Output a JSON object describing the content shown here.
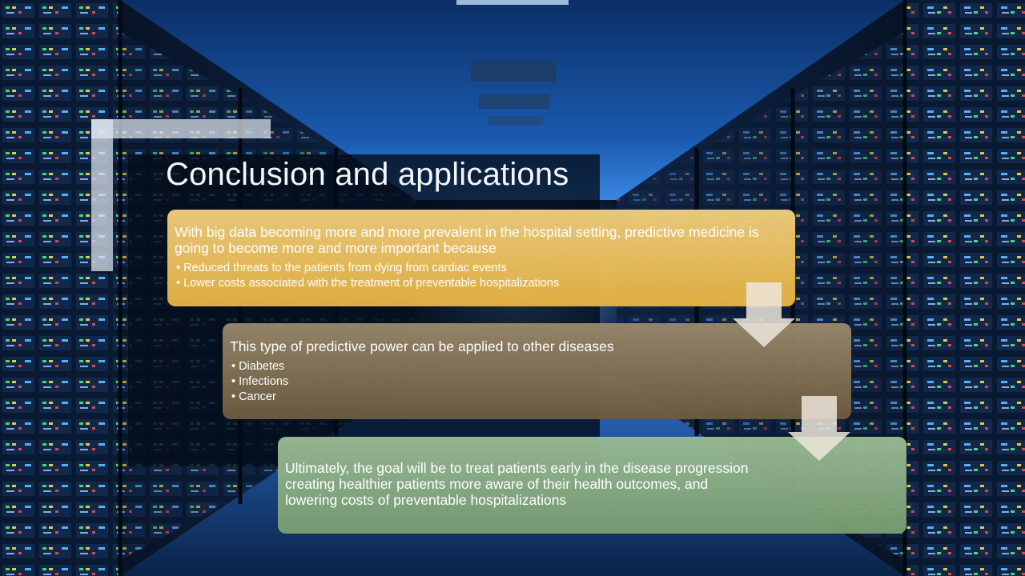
{
  "slide": {
    "title": "Conclusion and applications"
  },
  "boxes": [
    {
      "heading": "With big data becoming more and more prevalent in the hospital setting, predictive medicine is going to become more and more important because",
      "bullets": [
        "Reduced threats to the patients from dying from cardiac events",
        "Lower costs associated with the treatment of preventable hospitalizations"
      ]
    },
    {
      "heading": "This type of predictive power can be applied to other diseases",
      "bullets": [
        "Diabetes",
        "Infections",
        "Cancer"
      ]
    },
    {
      "heading": "Ultimately, the goal will be to treat patients early in the disease progression creating healthier patients more aware of their health outcomes, and lowering costs of preventable hospitalizations",
      "bullets": []
    }
  ],
  "colors": {
    "box_1": "#ecc063",
    "box_2": "#84735a",
    "box_3": "#8aab82",
    "arrow": "#ede6da"
  },
  "icons": {
    "connector": "arrow-down-icon",
    "background": "server-room-illustration"
  }
}
